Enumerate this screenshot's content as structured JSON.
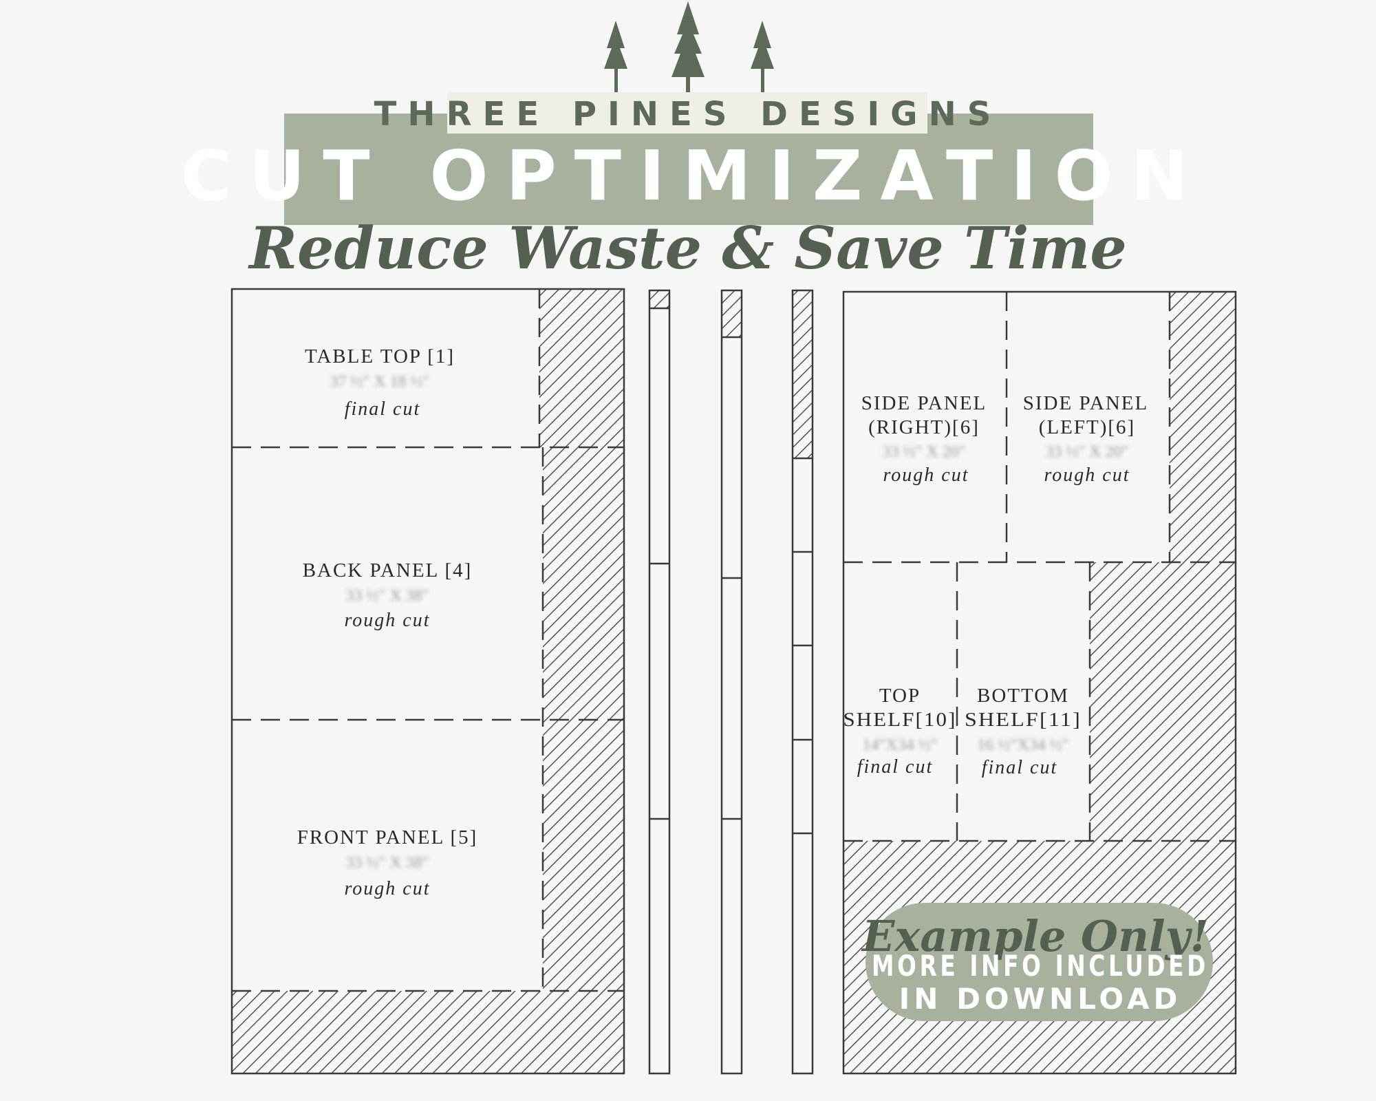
{
  "header": {
    "brand": "THREE PINES DESIGNS",
    "title": "CUT OPTIMIZATION",
    "tagline": "Reduce Waste & Save Time",
    "sage_color": "#a7b19e",
    "dark_green": "#5d6a5a",
    "cream": "#efefe6"
  },
  "panels": {
    "table_top": {
      "label": "TABLE TOP [1]",
      "note": "final cut"
    },
    "back_panel": {
      "label": "BACK PANEL [4]",
      "note": "rough cut"
    },
    "front_panel": {
      "label": "FRONT PANEL [5]",
      "note": "rough cut"
    },
    "side_right": {
      "label1": "SIDE PANEL",
      "label2": "(RIGHT)[6]",
      "note": "rough cut"
    },
    "side_left": {
      "label1": "SIDE PANEL",
      "label2": "(LEFT)[6]",
      "note": "rough cut"
    },
    "top_shelf": {
      "label1": "TOP",
      "label2": "SHELF[10]",
      "note": "final cut"
    },
    "bottom_shelf": {
      "label1": "BOTTOM",
      "label2": "SHELF[11]",
      "note": "final cut"
    }
  },
  "badge": {
    "example": "Example Only!",
    "line1": "MORE INFO INCLUDED",
    "line2": "IN DOWNLOAD"
  }
}
